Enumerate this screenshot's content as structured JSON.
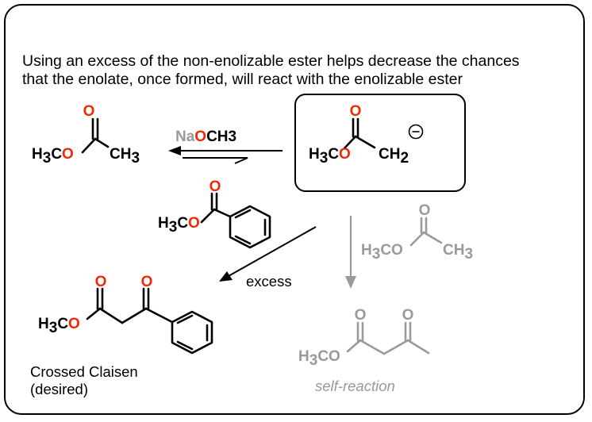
{
  "intro": {
    "line1": "Using an excess of the non-enolizable ester helps decrease the chances",
    "line2": "that the enolate, once formed, will react with the enolizable ester"
  },
  "reagent": {
    "na": "Na",
    "o": "O",
    "ch3": "CH3"
  },
  "atoms": {
    "h": "H",
    "three": "3",
    "c": "C",
    "o": "O",
    "ch": "CH",
    "two": "2",
    "minus": "−"
  },
  "arrows": {
    "excess_label": "excess"
  },
  "captions": {
    "crossed_line1": "Crossed Claisen",
    "crossed_line2": "(desired)",
    "self_reaction": "self-reaction"
  },
  "colors": {
    "oxygen": "#f0280a",
    "ink": "#000000",
    "faded": "#9a9a9a"
  }
}
